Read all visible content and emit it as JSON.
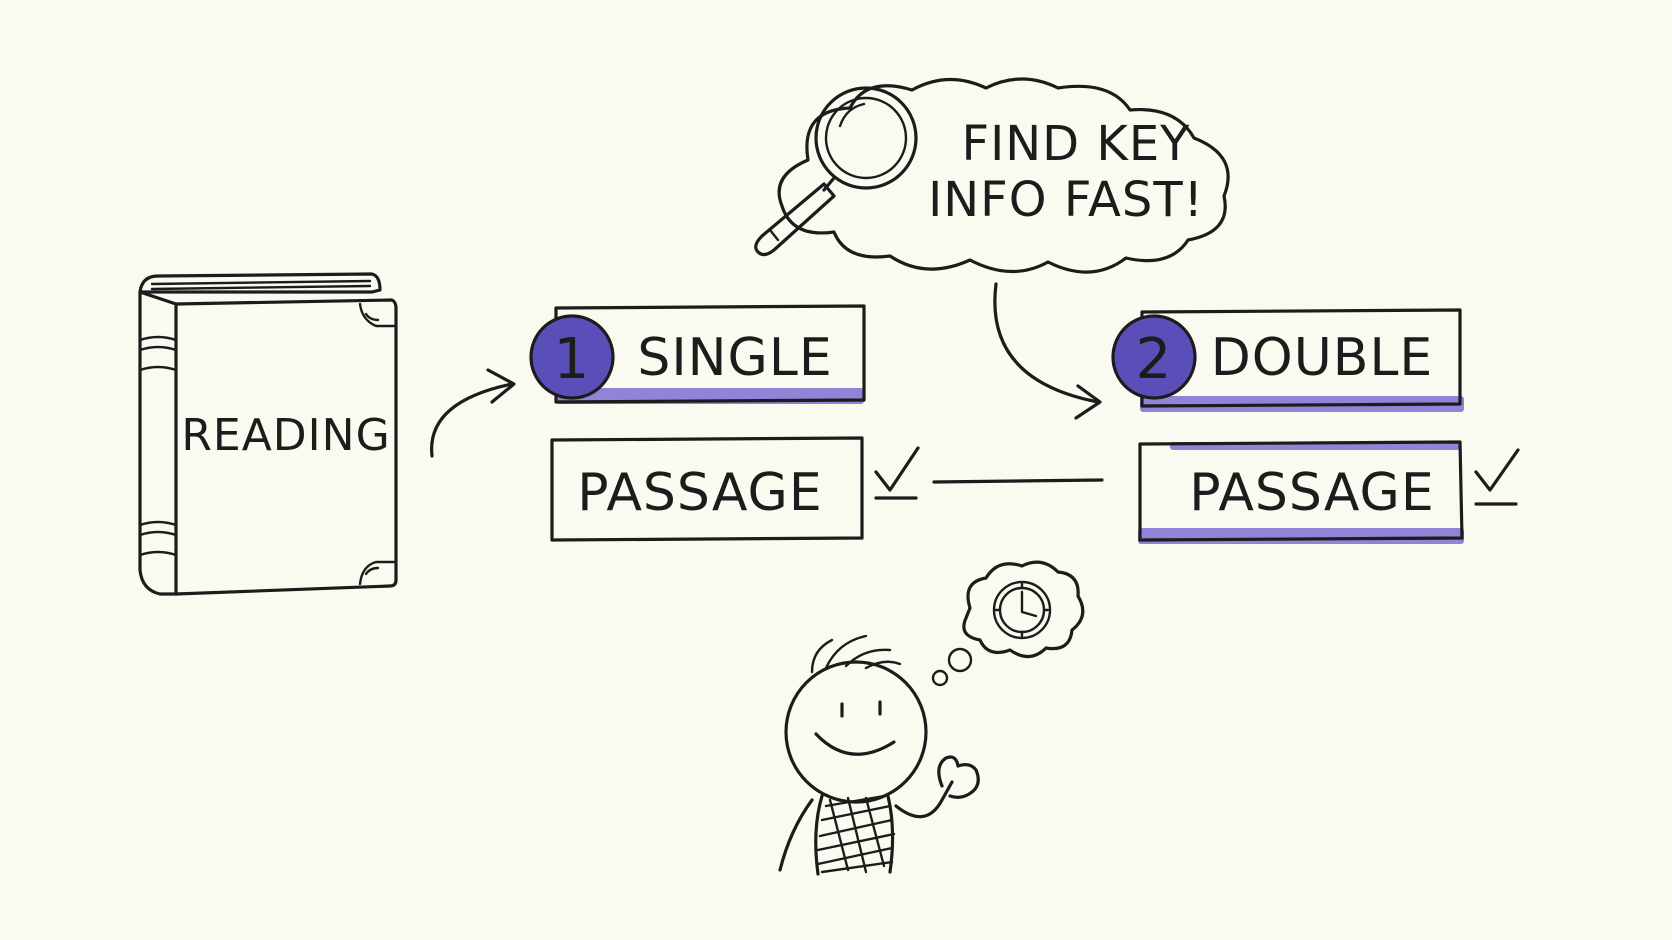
{
  "colors": {
    "background": "#fbfaf0",
    "ink": "#1c1c1c",
    "accent": "#5a4fb8",
    "accent_soft": "#7b6fd0"
  },
  "book": {
    "label": "READING"
  },
  "thought_cloud": {
    "line1": "FIND KEY",
    "line2": "INFO FAST!",
    "icon": "magnifying-glass-icon"
  },
  "single": {
    "number": "1",
    "label": "SINGLE",
    "passage": "PASSAGE",
    "check": "✓"
  },
  "double": {
    "number": "2",
    "label": "DOUBLE",
    "passage": "PASSAGE",
    "check": "✓"
  },
  "character": {
    "thought_icon": "clock-icon"
  }
}
